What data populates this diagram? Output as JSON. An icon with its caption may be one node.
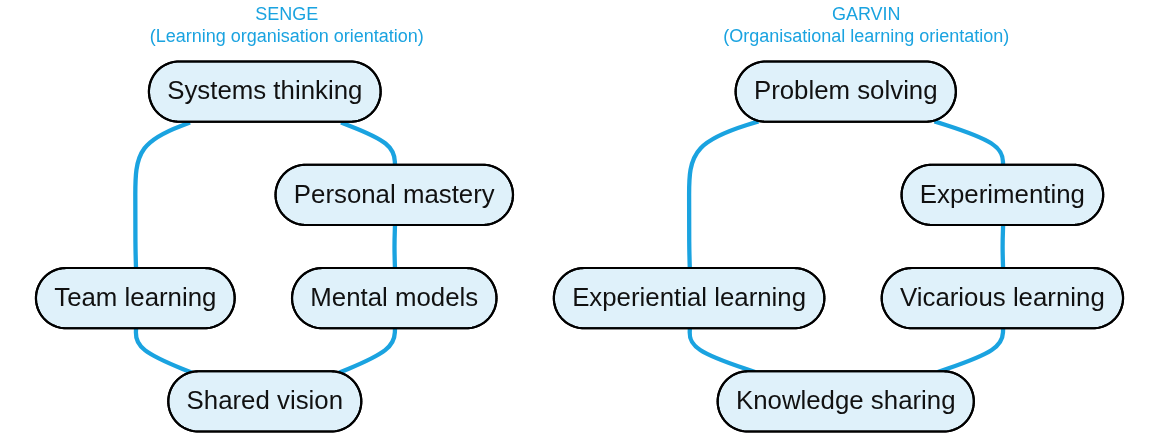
{
  "diagram": {
    "nodes": [
      {
        "text": [
          "Systems thinking"
        ]
      },
      {
        "text": [
          "Personal mastery"
        ]
      },
      {
        "text": [
          "Team learning"
        ]
      },
      {
        "text": [
          "Mental models"
        ]
      },
      {
        "text": [
          "Shared vision"
        ]
      },
      {
        "text": [
          "Problem solving"
        ]
      },
      {
        "text": [
          "Experimenting"
        ]
      },
      {
        "text": [
          "Experiential learning"
        ]
      },
      {
        "text": [
          "Vicarious learning"
        ]
      },
      {
        "text": [
          "Knowledge sharing"
        ]
      }
    ],
    "edges": [
      {
        "from": 0,
        "to": 1,
        "arrow": "none"
      },
      {
        "from": 0,
        "to": 2,
        "arrow": "none"
      },
      {
        "from": 1,
        "to": 3,
        "arrow": "none"
      },
      {
        "from": 2,
        "to": 4,
        "arrow": "none"
      },
      {
        "from": 3,
        "to": 4,
        "arrow": "none"
      },
      {
        "from": 5,
        "to": 6,
        "arrow": "none"
      },
      {
        "from": 5,
        "to": 7,
        "arrow": "none"
      },
      {
        "from": 6,
        "to": 8,
        "arrow": "none"
      },
      {
        "from": 7,
        "to": 9,
        "arrow": "none"
      },
      {
        "from": 8,
        "to": 9,
        "arrow": "none"
      }
    ],
    "labels": [
      "SENGE",
      "(Learning organisation orientation)",
      "GARVIN",
      "(Organisational learning orientation)"
    ]
  }
}
